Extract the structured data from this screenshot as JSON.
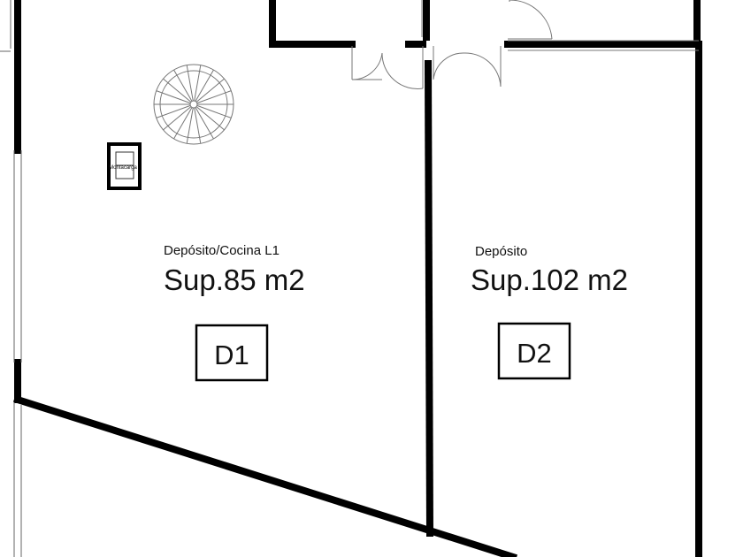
{
  "rooms": [
    {
      "id": "D1",
      "name": "Depósito/Cocina L1",
      "area": "Sup.85 m2",
      "code": "D1"
    },
    {
      "id": "D2",
      "name": "Depósito",
      "area": "Sup.102 m2",
      "code": "D2"
    }
  ],
  "elevator": {
    "label": "Montacarga"
  },
  "stair": {
    "type": "spiral-stair"
  },
  "colors": {
    "wall": "#000000",
    "thin_line": "#555555",
    "background": "#ffffff"
  }
}
